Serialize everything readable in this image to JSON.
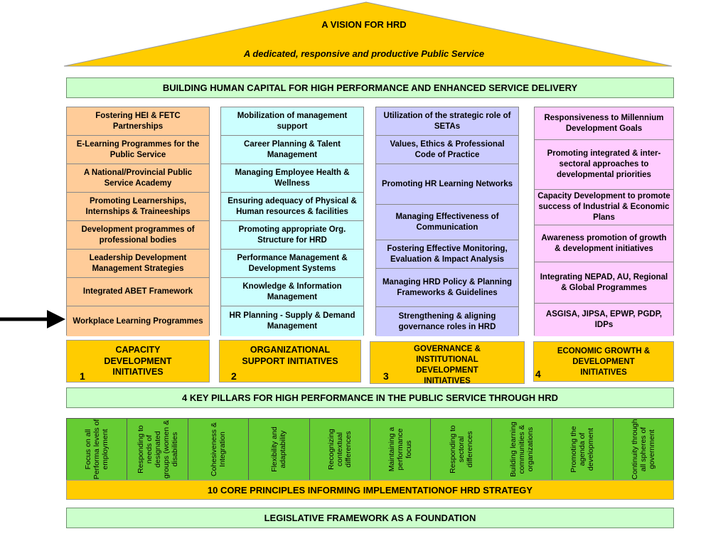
{
  "roof": {
    "title": "A VISION FOR HRD",
    "subtitle": "A dedicated, responsive and productive Public Service"
  },
  "top_band": "BUILDING HUMAN CAPITAL FOR HIGH PERFORMANCE AND ENHANCED SERVICE DELIVERY",
  "columns": [
    {
      "items": [
        "Fostering HEI & FETC Partnerships",
        "E-Learning Programmes for the Public Service",
        "A National/Provincial Public Service Academy",
        "Promoting Learnerships, Internships & Traineeships",
        "Development programmes of professional bodies",
        "Leadership Development Management Strategies",
        "Integrated ABET Framework",
        "Workplace Learning Programmes"
      ]
    },
    {
      "items": [
        "Mobilization of management support",
        "Career Planning & Talent Management",
        "Managing Employee Health & Wellness",
        "Ensuring adequacy of Physical & Human resources & facilities",
        "Promoting appropriate Org. Structure for HRD",
        "Performance Management & Development Systems",
        "Knowledge & Information Management",
        "HR Planning - Supply & Demand Management"
      ]
    },
    {
      "items": [
        "Utilization of the strategic role of SETAs",
        "Values, Ethics & Professional Code of Practice",
        "Promoting HR Learning Networks",
        "Managing Effectiveness of Communication",
        "Fostering Effective Monitoring, Evaluation & Impact Analysis",
        "Managing HRD Policy & Planning Frameworks & Guidelines",
        "Strengthening & aligning governance roles in HRD"
      ]
    },
    {
      "items": [
        "Responsiveness to Millennium Development Goals",
        "Promoting integrated & inter-sectoral approaches to developmental priorities",
        "Capacity Development to promote success of Industrial & Economic Plans",
        "Awareness promotion of growth & development initiatives",
        "Integrating NEPAD, AU, Regional & Global Programmes",
        "ASGISA, JIPSA, EPWP, PGDP, IDPs"
      ]
    }
  ],
  "pillars": [
    {
      "label": "CAPACITY DEVELOPMENT INITIATIVES",
      "number": "1"
    },
    {
      "label": "ORGANIZATIONAL SUPPORT INITIATIVES",
      "number": "2"
    },
    {
      "label": "GOVERNANCE & INSTITUTIONAL DEVELOPMENT INITIATIVES",
      "number": "3"
    },
    {
      "label": "ECONOMIC GROWTH & DEVELOPMENT INITIATIVES",
      "number": "4"
    }
  ],
  "pillars_band": "4 KEY PILLARS FOR HIGH PERFORMANCE IN THE PUBLIC SERVICE THROUGH HRD",
  "principles": [
    "Focus on all Performa levels of employment",
    "Responding to needs of designated groups (women & disabilities",
    "Cohesiveness & Integration",
    "Flexibility and adaptability",
    "Recognizing contextual differences",
    "Maintaining a performance focus",
    "Responding to sectoral differences",
    "Building learning communities & organizations",
    "Promoting the agenda of development",
    "Continuity through all spheres of government"
  ],
  "principles_band": "10 CORE PRINCIPLES INFORMING IMPLEMENTATIONOF HRD STRATEGY",
  "foundation_band": "LEGISLATIVE FRAMEWORK AS A FOUNDATION",
  "colors": {
    "roof": "#ffcc00",
    "band_green": "#ccffcc",
    "col1": "#ffcc99",
    "col2": "#ccffff",
    "col3": "#ccccff",
    "col4": "#ffccff",
    "pillar": "#ffcc00",
    "principles": "#66cc33"
  }
}
